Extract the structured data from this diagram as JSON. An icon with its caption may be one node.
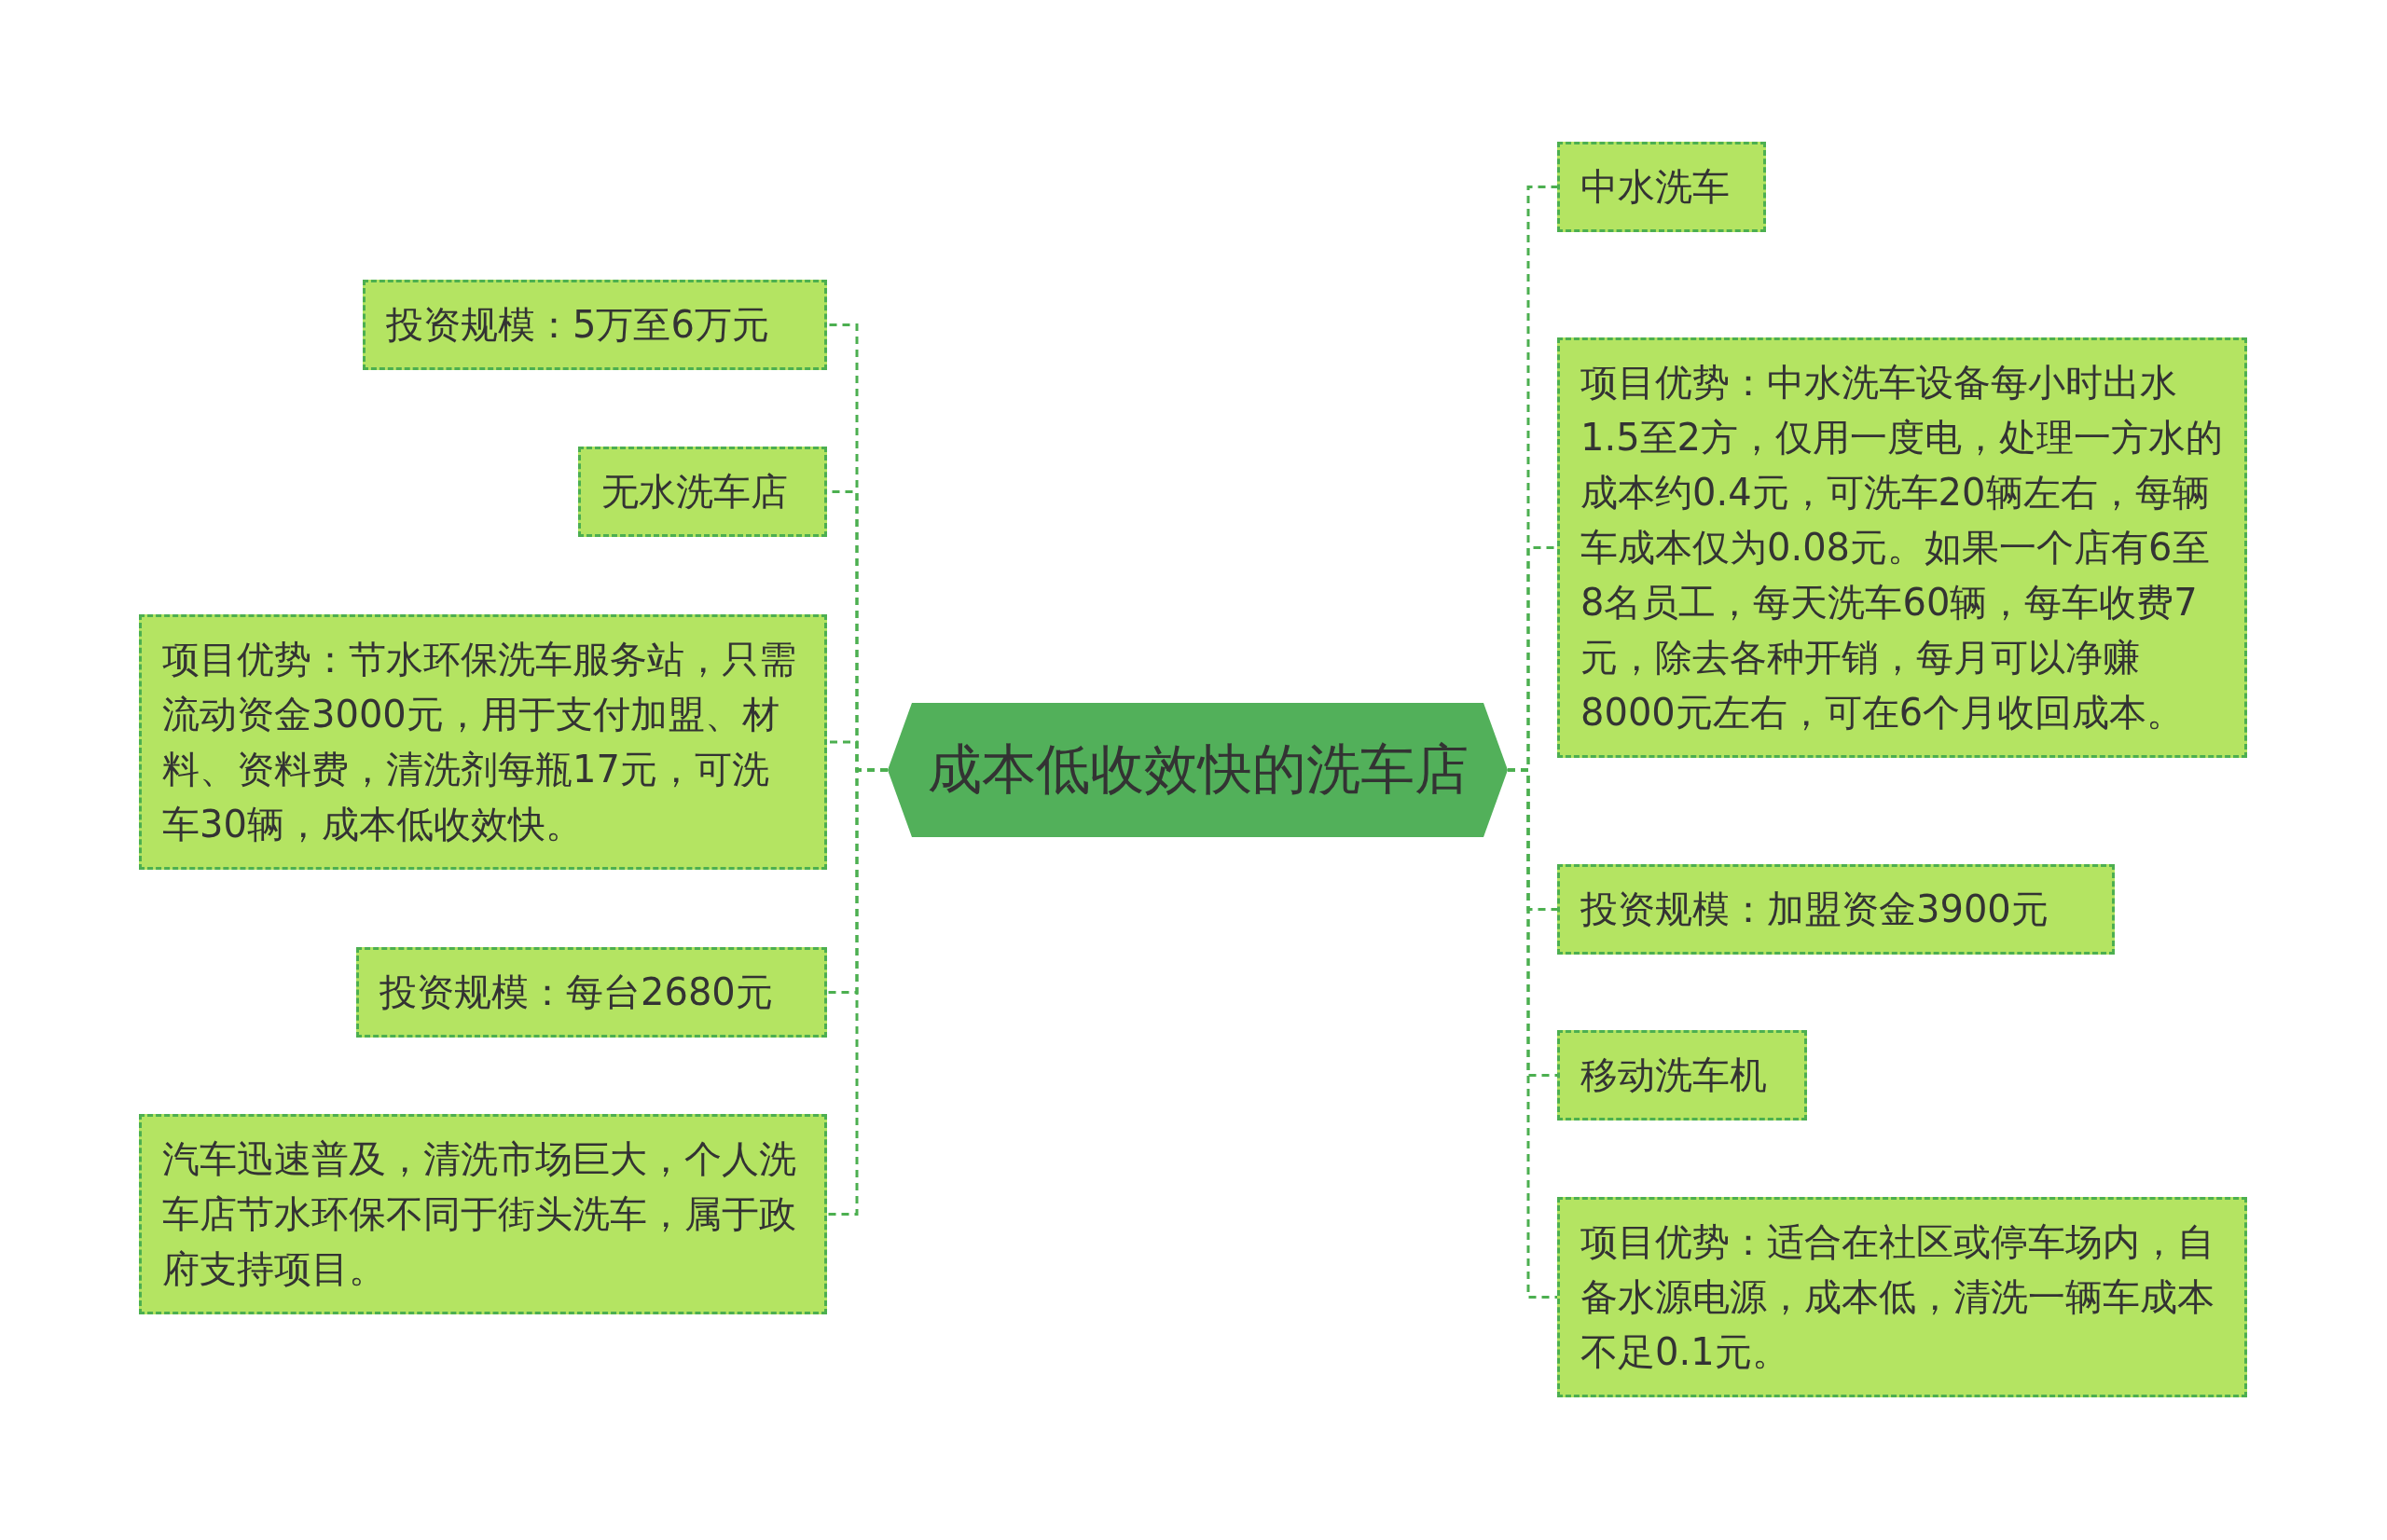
{
  "diagram": {
    "nodes": [
      {
        "text": [
          "成本低收效快的洗车店"
        ]
      },
      {
        "text": [
          "投资规模：5万至6万元"
        ]
      },
      {
        "text": [
          "无水洗车店"
        ]
      },
      {
        "text": [
          "项目优势：节水环保洗车服务站，只需流动资金3000元，用于支付加盟、材料、资料费，清洗剂每瓶17元，可洗车30辆，成本低收效快。"
        ]
      },
      {
        "text": [
          "投资规模：每台2680元"
        ]
      },
      {
        "text": [
          "汽车迅速普及，清洗市场巨大，个人洗车店节水环保不同于街头洗车，属于政府支持项目。"
        ]
      },
      {
        "text": [
          "中水洗车"
        ]
      },
      {
        "text": [
          "项目优势：中水洗车设备每小时出水1.5至2方，仅用一度电，处理一方水的成本约0.4元，可洗车20辆左右，每辆车成本仅为0.08元。如果一个店有6至8名员工，每天洗车60辆，每车收费7元，除去各种开销，每月可以净赚8000元左右，可在6个月收回成本。"
        ]
      },
      {
        "text": [
          "投资规模：加盟资金3900元"
        ]
      },
      {
        "text": [
          "移动洗车机"
        ]
      },
      {
        "text": [
          "项目优势：适合在社区或停车场内，自备水源电源，成本低，清洗一辆车成本不足0.1元。"
        ]
      }
    ],
    "edges": [
      {
        "from": 0,
        "to": 1,
        "arrow": "none"
      },
      {
        "from": 0,
        "to": 2,
        "arrow": "none"
      },
      {
        "from": 0,
        "to": 3,
        "arrow": "none"
      },
      {
        "from": 0,
        "to": 4,
        "arrow": "none"
      },
      {
        "from": 0,
        "to": 5,
        "arrow": "none"
      },
      {
        "from": 0,
        "to": 6,
        "arrow": "none"
      },
      {
        "from": 0,
        "to": 7,
        "arrow": "none"
      },
      {
        "from": 0,
        "to": 8,
        "arrow": "none"
      },
      {
        "from": 0,
        "to": 9,
        "arrow": "none"
      },
      {
        "from": 0,
        "to": 10,
        "arrow": "none"
      }
    ]
  }
}
